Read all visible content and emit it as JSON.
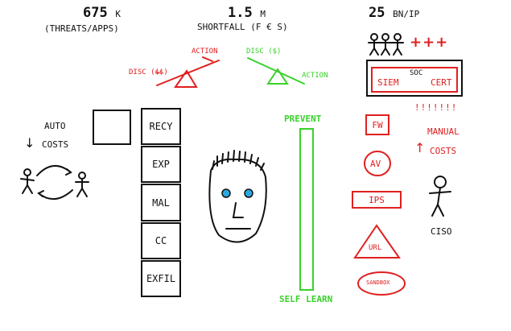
{
  "header": {
    "stat1_value": "675",
    "stat1_unit": "K",
    "stat1_caption": "(THREATS/APPS)",
    "stat2_value": "1.5",
    "stat2_unit": "M",
    "stat2_caption": "SHORTFALL (F € S)",
    "stat3_value": "25",
    "stat3_unit": "BN/IP"
  },
  "seesaws": {
    "left_action": "ACTION",
    "left_disc": "DISC ($$)",
    "right_disc": "DISC ($)",
    "right_action": "ACTION"
  },
  "staff": {
    "plus": "+++"
  },
  "soc_panel": {
    "soc": "SOC",
    "siem": "SIEM",
    "cert": "CERT",
    "alerts": "!!!!!!!"
  },
  "left_panel": {
    "auto": "AUTO",
    "arrow_down": "↓",
    "costs": "COSTS"
  },
  "stack": [
    "RECY",
    "EXP",
    "MAL",
    "CC",
    "EXFIL"
  ],
  "green_bar": {
    "top": "PREVENT",
    "bottom": "SELF LEARN"
  },
  "controls": {
    "fw": "FW",
    "av": "AV",
    "ips": "IPS",
    "url": "URL",
    "sandbox": "SANDBOX"
  },
  "right_panel": {
    "manual": "MANUAL",
    "arrow_up": "↑",
    "costs": "COSTS",
    "ciso": "CISO"
  },
  "colors": {
    "ink": "#111111",
    "red": "#e02020",
    "green": "#39d22a",
    "eye": "#2aa8e0"
  }
}
